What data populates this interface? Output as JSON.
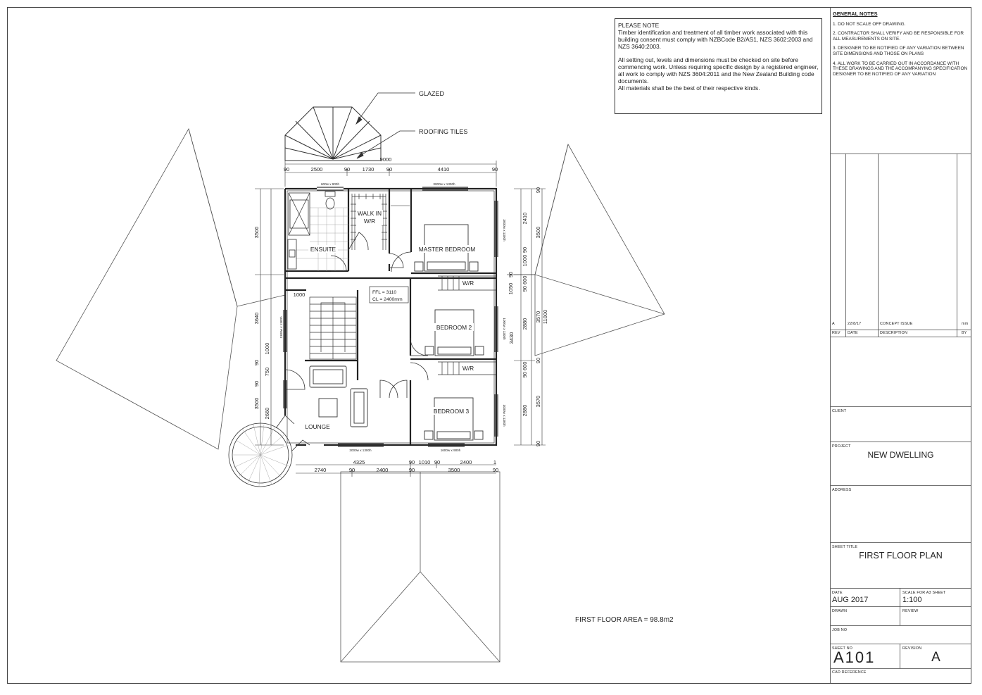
{
  "notice": {
    "heading": "PLEASE NOTE",
    "para1": "Timber identification and treatment of all timber work associated with this building consent must comply with NZBCode B2/AS1, NZS 3602:2003 and NZS 3640:2003.",
    "para2": "All setting out, levels and dimensions must be checked on site before commencing work. Unless requiring specific design by a registered engineer, all work to comply with NZS 3604:2011 and the New Zealand Building code documents.",
    "para3": "All materials shall be the best of their respective kinds."
  },
  "general_notes": {
    "title": "GENERAL NOTES",
    "items": [
      "1. DO NOT SCALE OFF DRAWING.",
      "2. CONTRACTOR SHALL VERIFY AND BE RESPONSIBLE FOR ALL MEASUREMENTS ON SITE.",
      "3. DESIGNER TO BE NOTIFIED OF ANY VARIATION BETWEEN SITE DIMENSIONS AND THOSE ON PLANS",
      "4. ALL WORK TO BE CARRIED OUT IN ACCORDANCE WITH THESE DRAWINGS AND THE ACCOMPANYING SPECIFICATION DESIGNER TO BE NOTIFIED OF ANY VARIATION"
    ]
  },
  "revisions": {
    "row": {
      "rev": "A",
      "date": "22/8/17",
      "description": "CONCEPT ISSUE",
      "by": "mm"
    },
    "headers": {
      "rev": "REV",
      "date": "DATE",
      "description": "DESCRIPTION",
      "by": "BY"
    }
  },
  "title_block": {
    "client_label": "CLIENT",
    "project_label": "PROJECT",
    "project": "NEW DWELLING",
    "address_label": "ADDRESS",
    "sheet_title_label": "SHEET TITLE",
    "sheet_title": "FIRST FLOOR PLAN",
    "date_label": "DATE",
    "date": "AUG 2017",
    "scale_label": "SCALE FOR A3 SHEET",
    "scale": "1:100",
    "drawn_label": "DRAWN",
    "review_label": "REVIEW",
    "job_label": "JOB NO",
    "sheet_no_label": "SHEET NO",
    "sheet_no": "A101",
    "revision_label": "REVISION",
    "revision": "A",
    "cad_label": "CAD REFERENCE"
  },
  "plan": {
    "callouts": {
      "glazed": "GLAZED",
      "roofing": "ROOFING TILES"
    },
    "rooms": {
      "walk_in_1": "WALK IN",
      "walk_in_2": "W/R",
      "ensuite": "ENSUITE",
      "master": "MASTER BEDROOM",
      "bed2": "BEDROOM 2",
      "bed3": "BEDROOM 3",
      "lounge": "LOUNGE",
      "wr1": "W/R",
      "wr2": "W/R"
    },
    "levels": {
      "ffl": "FFL = 3110",
      "cl": "CL = 2400mm"
    },
    "windows": {
      "w_top_left": "600w x 900h",
      "w_top_right": "3000w x 1300h",
      "w_master_side": "3000w x 1300h",
      "w_bed2_side": "1000w x 1300h",
      "w_bed3_side": "1000w x 1300h",
      "w_stair_side": "1300w x 1300h",
      "w_bottom_left": "3000w x 1300h",
      "w_bottom_right": "1600w x 900h"
    },
    "dims_top": {
      "overall": "9000",
      "d1": "90",
      "d2": "2500",
      "d3": "90",
      "d4": "1730",
      "d5": "90",
      "d6": "4410",
      "d7": "90"
    },
    "dims_bottom": {
      "b1": "4325",
      "b2": "90",
      "b3": "1010",
      "b4": "90",
      "b5": "2400",
      "b6": "1",
      "c1": "2740",
      "c2": "90",
      "c3": "2400",
      "c4": "90",
      "c5": "3500",
      "c6": "90"
    },
    "dims_left": {
      "l1": "3500",
      "l2": "3640",
      "l3": "1000",
      "l4": "90",
      "l5": "750",
      "l6": "90",
      "l7": "3500",
      "l8": "2660",
      "l9": "1000"
    },
    "dims_right": {
      "r1": "90",
      "r2": "2410",
      "r3": "90",
      "r4": "1000",
      "r5": "90",
      "r6": "1050",
      "r7": "90 600",
      "r8": "2880",
      "r9": "90",
      "r10": "90 600",
      "r11": "2880",
      "r12": "90",
      "s1": "3500",
      "s2": "3570",
      "s3": "3430",
      "s4": "3570",
      "s5": "11000"
    },
    "area": "FIRST FLOOR AREA = 98.8m2"
  }
}
